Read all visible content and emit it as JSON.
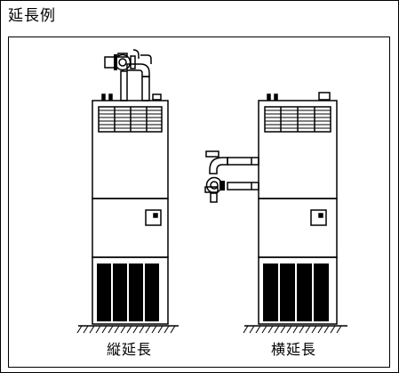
{
  "title": "延長例",
  "captions": {
    "vertical": "縦延長",
    "horizontal": "横延長"
  },
  "colors": {
    "line": "#000000",
    "background": "#ffffff",
    "fill_dark": "#000000"
  }
}
